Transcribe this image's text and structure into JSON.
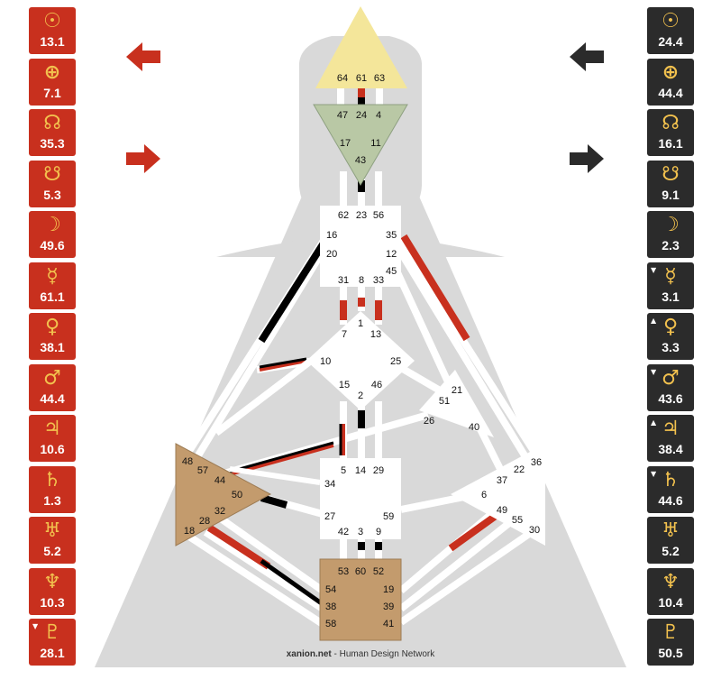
{
  "design_column": [
    {
      "glyph": "☉",
      "value": "13.1",
      "mark": ""
    },
    {
      "glyph": "⊕",
      "value": "7.1",
      "mark": ""
    },
    {
      "glyph": "☊",
      "value": "35.3",
      "mark": ""
    },
    {
      "glyph": "☋",
      "value": "5.3",
      "mark": ""
    },
    {
      "glyph": "☽",
      "value": "49.6",
      "mark": ""
    },
    {
      "glyph": "☿",
      "value": "61.1",
      "mark": ""
    },
    {
      "glyph": "♀",
      "value": "38.1",
      "mark": ""
    },
    {
      "glyph": "♂",
      "value": "44.4",
      "mark": ""
    },
    {
      "glyph": "♃",
      "value": "10.6",
      "mark": ""
    },
    {
      "glyph": "♄",
      "value": "1.3",
      "mark": ""
    },
    {
      "glyph": "♅",
      "value": "5.2",
      "mark": ""
    },
    {
      "glyph": "♆",
      "value": "10.3",
      "mark": ""
    },
    {
      "glyph": "♇",
      "value": "28.1",
      "mark": "▼"
    }
  ],
  "personality_column": [
    {
      "glyph": "☉",
      "value": "24.4",
      "mark": ""
    },
    {
      "glyph": "⊕",
      "value": "44.4",
      "mark": ""
    },
    {
      "glyph": "☊",
      "value": "16.1",
      "mark": ""
    },
    {
      "glyph": "☋",
      "value": "9.1",
      "mark": ""
    },
    {
      "glyph": "☽",
      "value": "2.3",
      "mark": ""
    },
    {
      "glyph": "☿",
      "value": "3.1",
      "mark": "▼"
    },
    {
      "glyph": "♀",
      "value": "3.3",
      "mark": "▲"
    },
    {
      "glyph": "♂",
      "value": "43.6",
      "mark": "▼"
    },
    {
      "glyph": "♃",
      "value": "38.4",
      "mark": "▲"
    },
    {
      "glyph": "♄",
      "value": "44.6",
      "mark": "▼"
    },
    {
      "glyph": "♅",
      "value": "5.2",
      "mark": ""
    },
    {
      "glyph": "♆",
      "value": "10.4",
      "mark": ""
    },
    {
      "glyph": "♇",
      "value": "50.5",
      "mark": ""
    }
  ],
  "arrows": {
    "design_top": "left-arrow",
    "design_bottom": "right-arrow",
    "personality_top": "left-arrow",
    "personality_bottom": "right-arrow"
  },
  "colors": {
    "design": "#c8301e",
    "personality": "#2b2b2b",
    "glyph": "#f2c14e",
    "head": "#f4e69a",
    "ajna": "#b9c8a5",
    "defined_center": "#c39b6d",
    "body": "#d9d9d9"
  },
  "gates": {
    "head": [
      "64",
      "61",
      "63"
    ],
    "ajna": [
      "47",
      "24",
      "4",
      "17",
      "11",
      "43"
    ],
    "throat": [
      "62",
      "23",
      "56",
      "16",
      "35",
      "20",
      "12",
      "45",
      "31",
      "8",
      "33"
    ],
    "g_center": [
      "1",
      "7",
      "13",
      "10",
      "25",
      "15",
      "46",
      "2"
    ],
    "heart": [
      "21",
      "51",
      "26",
      "40"
    ],
    "spleen": [
      "48",
      "57",
      "44",
      "50",
      "32",
      "28",
      "18"
    ],
    "sacral": [
      "5",
      "14",
      "29",
      "34",
      "27",
      "59",
      "42",
      "3",
      "9"
    ],
    "solar_plexus": [
      "37",
      "22",
      "36",
      "6",
      "49",
      "55",
      "30"
    ],
    "root": [
      "53",
      "60",
      "52",
      "54",
      "19",
      "38",
      "39",
      "58",
      "41"
    ]
  },
  "footer": {
    "site": "xanion.net",
    "text": " - Human Design Network"
  }
}
